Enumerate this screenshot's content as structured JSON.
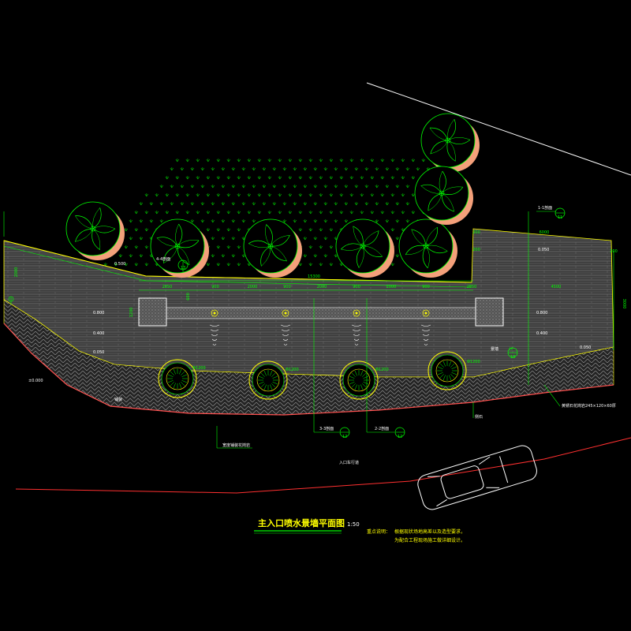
{
  "drawing": {
    "title": "主入口喷水景墙平面图",
    "scale": "1:50",
    "note_label": "重点说明：",
    "note_line1": "根据现状场地高差以及造型要求，",
    "note_line2": "为配合工程现场施工做详细设计。",
    "road_label": "入口车行道",
    "paving_label_left": "铺装",
    "paving_label_bottom": "宽度铺装花岗岩",
    "curb_label": "侧石",
    "paving_label_right": "黄锈石花岗岩245×120×60厚",
    "section_1": "1-1剖面",
    "section_1_ref": "11",
    "section_2": "2-2剖面",
    "section_2_ref": "12",
    "section_3": "3-3剖面",
    "section_3_ref": "12",
    "section_4": "4-4剖面",
    "section_4_ref": "13",
    "section_5": "景墙",
    "section_5_ref": "13",
    "section_5_sub": "H"
  },
  "dimensions": {
    "d_top_total": "6000",
    "d_top_200": "200",
    "d_left_200": "200",
    "d_main": "15300",
    "d_a": "2850",
    "d_b": "900",
    "d_c": "2000",
    "d_d": "900",
    "d_e": "2000",
    "d_f": "900",
    "d_g": "2000",
    "d_h": "900",
    "d_i": "2850",
    "d_j": "4500",
    "d_right_200": "200",
    "d_right_height": "3000",
    "d_left_height": "2000",
    "d_tank_w": "1200",
    "d_tank_h": "600"
  },
  "elevations": {
    "e_0500": "0.500",
    "e_left_0800": "0.800",
    "e_left_0400": "0.400",
    "e_0050": "0.050",
    "e_right_0050": "0.050",
    "e_right_0800": "0.800",
    "e_right_0400": "0.400",
    "e_right_low": "0.050",
    "e_ground": "±0.000",
    "e_top_right": "0.050",
    "e_tree_1": "Φ1200",
    "e_tree_2": "Φ1200",
    "e_tree_3": "Φ1200",
    "e_tree_4": "Φ1200"
  },
  "colors": {
    "background": "#000000",
    "cad_green": "#00ff00",
    "cad_yellow": "#ffff00",
    "tree_shadow": "#f4a07a",
    "road_red": "#ff3030",
    "paving_grey": "#7a7a7a",
    "white": "#ffffff"
  }
}
